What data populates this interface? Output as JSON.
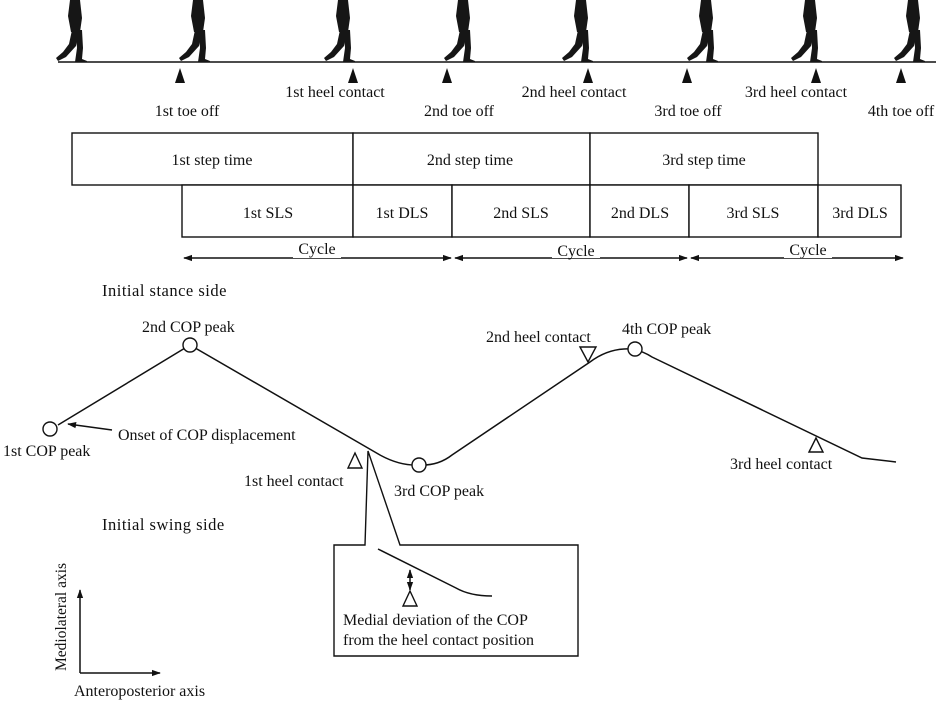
{
  "gait_events": [
    {
      "id": "toe1",
      "label": "1st toe off"
    },
    {
      "id": "heel1",
      "label": "1st heel contact"
    },
    {
      "id": "toe2",
      "label": "2nd toe off"
    },
    {
      "id": "heel2",
      "label": "2nd heel contact"
    },
    {
      "id": "toe3",
      "label": "3rd toe off"
    },
    {
      "id": "heel3",
      "label": "3rd heel contact"
    },
    {
      "id": "toe4",
      "label": "4th toe off"
    }
  ],
  "step_times": [
    "1st step time",
    "2nd step time",
    "3rd step time"
  ],
  "support_phases": [
    "1st SLS",
    "1st DLS",
    "2nd SLS",
    "2nd DLS",
    "3rd SLS",
    "3rd DLS"
  ],
  "cycle_label": "Cycle",
  "sides": {
    "stance": "Initial stance side",
    "swing": "Initial swing side"
  },
  "cop_labels": {
    "peak1": "1st COP peak",
    "peak2": "2nd COP peak",
    "peak3": "3rd COP peak",
    "peak4": "4th COP peak",
    "onset": "Onset of COP displacement",
    "heel1": "1st heel contact",
    "heel2": "2nd heel contact",
    "heel3": "3rd heel contact"
  },
  "inset": {
    "line1": "Medial deviation of the COP",
    "line2": "from the heel contact position"
  },
  "axes": {
    "vertical": "Mediolateral axis",
    "horizontal": "Anteroposterior axis"
  },
  "icons": [
    "walking-silhouette",
    "event-triangle-filled",
    "heel-contact-triangle-open",
    "cop-peak-circle",
    "double-arrow"
  ]
}
